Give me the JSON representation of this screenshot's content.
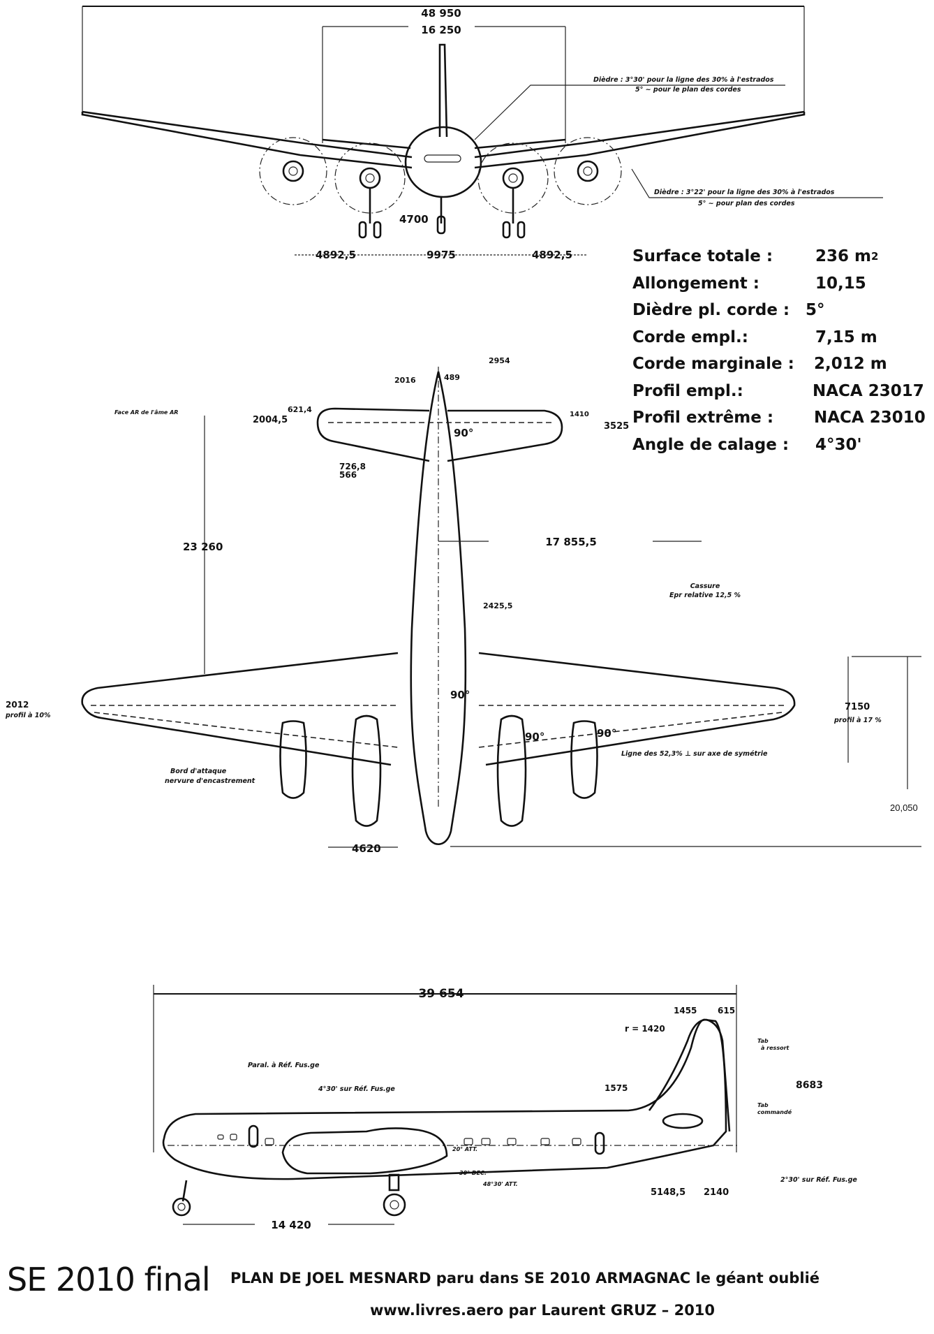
{
  "front_view": {
    "span": "48 950",
    "tailplane_span": "16 250",
    "dihedral_inner": {
      "line1": "Dièdre : 3°30' pour la ligne des 30% à l'estrados",
      "line2": "5° ~ pour le plan des cordes"
    },
    "dihedral_outer": {
      "line1": "Dièdre : 3°22' pour la ligne des 30% à l'estrados",
      "line2": "5° ~ pour plan des cordes"
    },
    "nose_gear_height": "4700",
    "engine_spacing_left": "4892,5",
    "engine_spacing_center": "9975",
    "engine_spacing_right": "4892,5"
  },
  "specs": [
    {
      "label": "Surface totale :",
      "value": "236 m",
      "sup": "2"
    },
    {
      "label": "Allongement :",
      "value": "10,15"
    },
    {
      "label": "Dièdre pl. corde :",
      "value": "5°"
    },
    {
      "label": "Corde empl.:",
      "value": "7,15 m"
    },
    {
      "label": "Corde marginale :",
      "value": "2,012 m"
    },
    {
      "label": "Profil empl.:",
      "value": "NACA 23017"
    },
    {
      "label": "Profil extrême :",
      "value": "NACA 23010"
    },
    {
      "label": "Angle de calage :",
      "value": "4°30'"
    }
  ],
  "top_view": {
    "tail_dim_2016": "2016",
    "tail_dim_2954": "2954",
    "tail_dim_489": "489",
    "tail_dim_621": "621,4",
    "tail_dim_2004": "2004,5",
    "tail_dim_1410": "1410",
    "tail_chord": "3525",
    "tail_note": "Face AR de l'âme AR",
    "tail_angle": "90°",
    "tail_dim_726": "726,8",
    "tail_dim_566": "566",
    "wing_to_tail": "23 260",
    "half_span": "17 855,5",
    "cassure_line1": "Cassure",
    "cassure_line2": "Epr relative 12,5 %",
    "fuselage_width": "2425,5",
    "root_angle": "90°",
    "engine_angle_1": "90°",
    "engine_angle_2": "90°",
    "tip_chord": "2012",
    "tip_profile": "profil à 10%",
    "root_chord": "7150",
    "root_profile": "profil à 17 %",
    "leading_edge_note_1": "Bord d'attaque",
    "leading_edge_note_2": "nervure d'encastrement",
    "line_note": "Ligne des 52,3% ⊥ sur axe de symétrie",
    "engine_offset": "4620",
    "nose_to_wing": "20,050"
  },
  "side_view": {
    "length": "39 654",
    "fin_dim_1455": "1455",
    "fin_dim_615": "615",
    "fin_radius": "r = 1420",
    "fin_dim_1575": "1575",
    "height": "8683",
    "tab_note_1": "Tab",
    "tab_note_2": "à ressort",
    "tab_cmd_1": "Tab",
    "tab_cmd_2": "commandé",
    "parallel_note": "Paral. à Réf. Fus.ge",
    "incidence_note": "4°30' sur Réf. Fus.ge",
    "flap_1": "20° ATT.",
    "flap_2": "30° DEC.",
    "flap_3": "48°30' ATT.",
    "tailplane_note": "2°30' sur Réf. Fus.ge",
    "dim_5148": "5148,5",
    "dim_2140": "2140",
    "wheelbase": "14 420"
  },
  "footer": {
    "title": "SE 2010 final",
    "credit": "PLAN DE JOEL MESNARD paru dans SE 2010 ARMAGNAC le géant oublié",
    "source": "www.livres.aero par Laurent GRUZ – 2010"
  }
}
